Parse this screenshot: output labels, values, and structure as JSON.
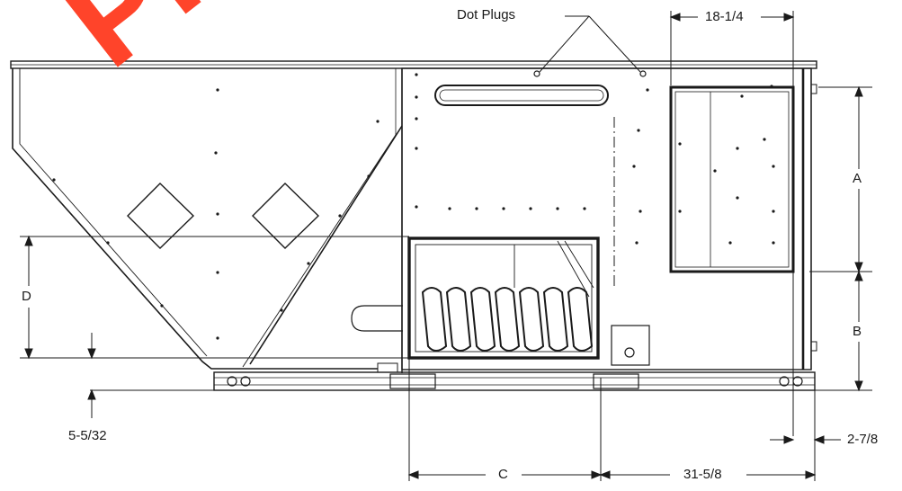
{
  "watermark": "PR",
  "labels": {
    "dot_plugs": "Dot Plugs",
    "dim_top": "18-1/4",
    "dim_a": "A",
    "dim_b": "B",
    "dim_c": "C",
    "dim_d": "D",
    "dim_left_bottom": "5-5/32",
    "dim_right_bottom": "2-7/8",
    "dim_bottom": "31-5/8"
  },
  "colors": {
    "line": "#1a1a1a",
    "watermark": "#ff3b1f"
  }
}
